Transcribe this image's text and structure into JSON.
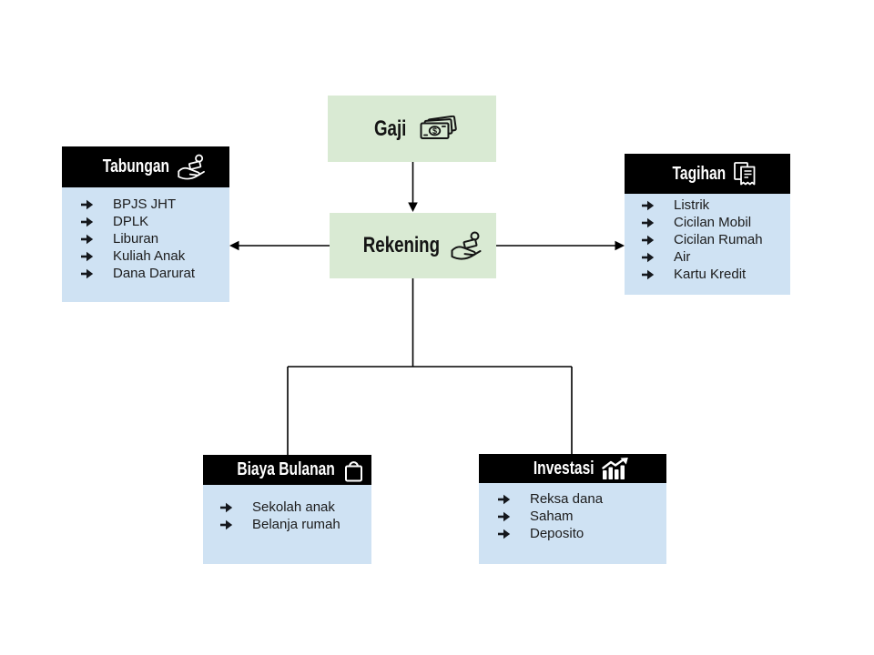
{
  "colors": {
    "node_green": "#d9ead3",
    "list_blue": "#cfe2f3",
    "header_black": "#000000",
    "header_text": "#ffffff",
    "background": "#ffffff",
    "line": "#000000",
    "text_dark": "#1b1b1b"
  },
  "icons": {
    "gaji": "banknotes-icon",
    "rekening": "hand-money-icon",
    "tabungan": "hand-money-icon",
    "tagihan": "receipt-icon",
    "biaya_bulanan": "shopping-bag-icon",
    "investasi": "chart-up-icon",
    "bullet": "arrow-right-bullet-icon"
  },
  "nodes": {
    "gaji": {
      "label": "Gaji"
    },
    "rekening": {
      "label": "Rekening"
    },
    "tabungan": {
      "title": "Tabungan",
      "items": [
        "BPJS JHT",
        "DPLK",
        "Liburan",
        "Kuliah Anak",
        "Dana Darurat"
      ]
    },
    "tagihan": {
      "title": "Tagihan",
      "items": [
        "Listrik",
        "Cicilan Mobil",
        "Cicilan Rumah",
        "Air",
        "Kartu Kredit"
      ]
    },
    "biaya_bulanan": {
      "title": "Biaya Bulanan",
      "items": [
        "Sekolah anak",
        "Belanja rumah"
      ]
    },
    "investasi": {
      "title": "Investasi",
      "items": [
        "Reksa dana",
        "Saham",
        "Deposito"
      ]
    }
  },
  "connections": [
    {
      "from": "gaji",
      "to": "rekening",
      "arrow": true
    },
    {
      "from": "rekening",
      "to": "tabungan",
      "arrow": true
    },
    {
      "from": "rekening",
      "to": "tagihan",
      "arrow": true
    },
    {
      "from": "rekening",
      "to": "biaya_bulanan",
      "arrow": false
    },
    {
      "from": "rekening",
      "to": "investasi",
      "arrow": false
    }
  ]
}
